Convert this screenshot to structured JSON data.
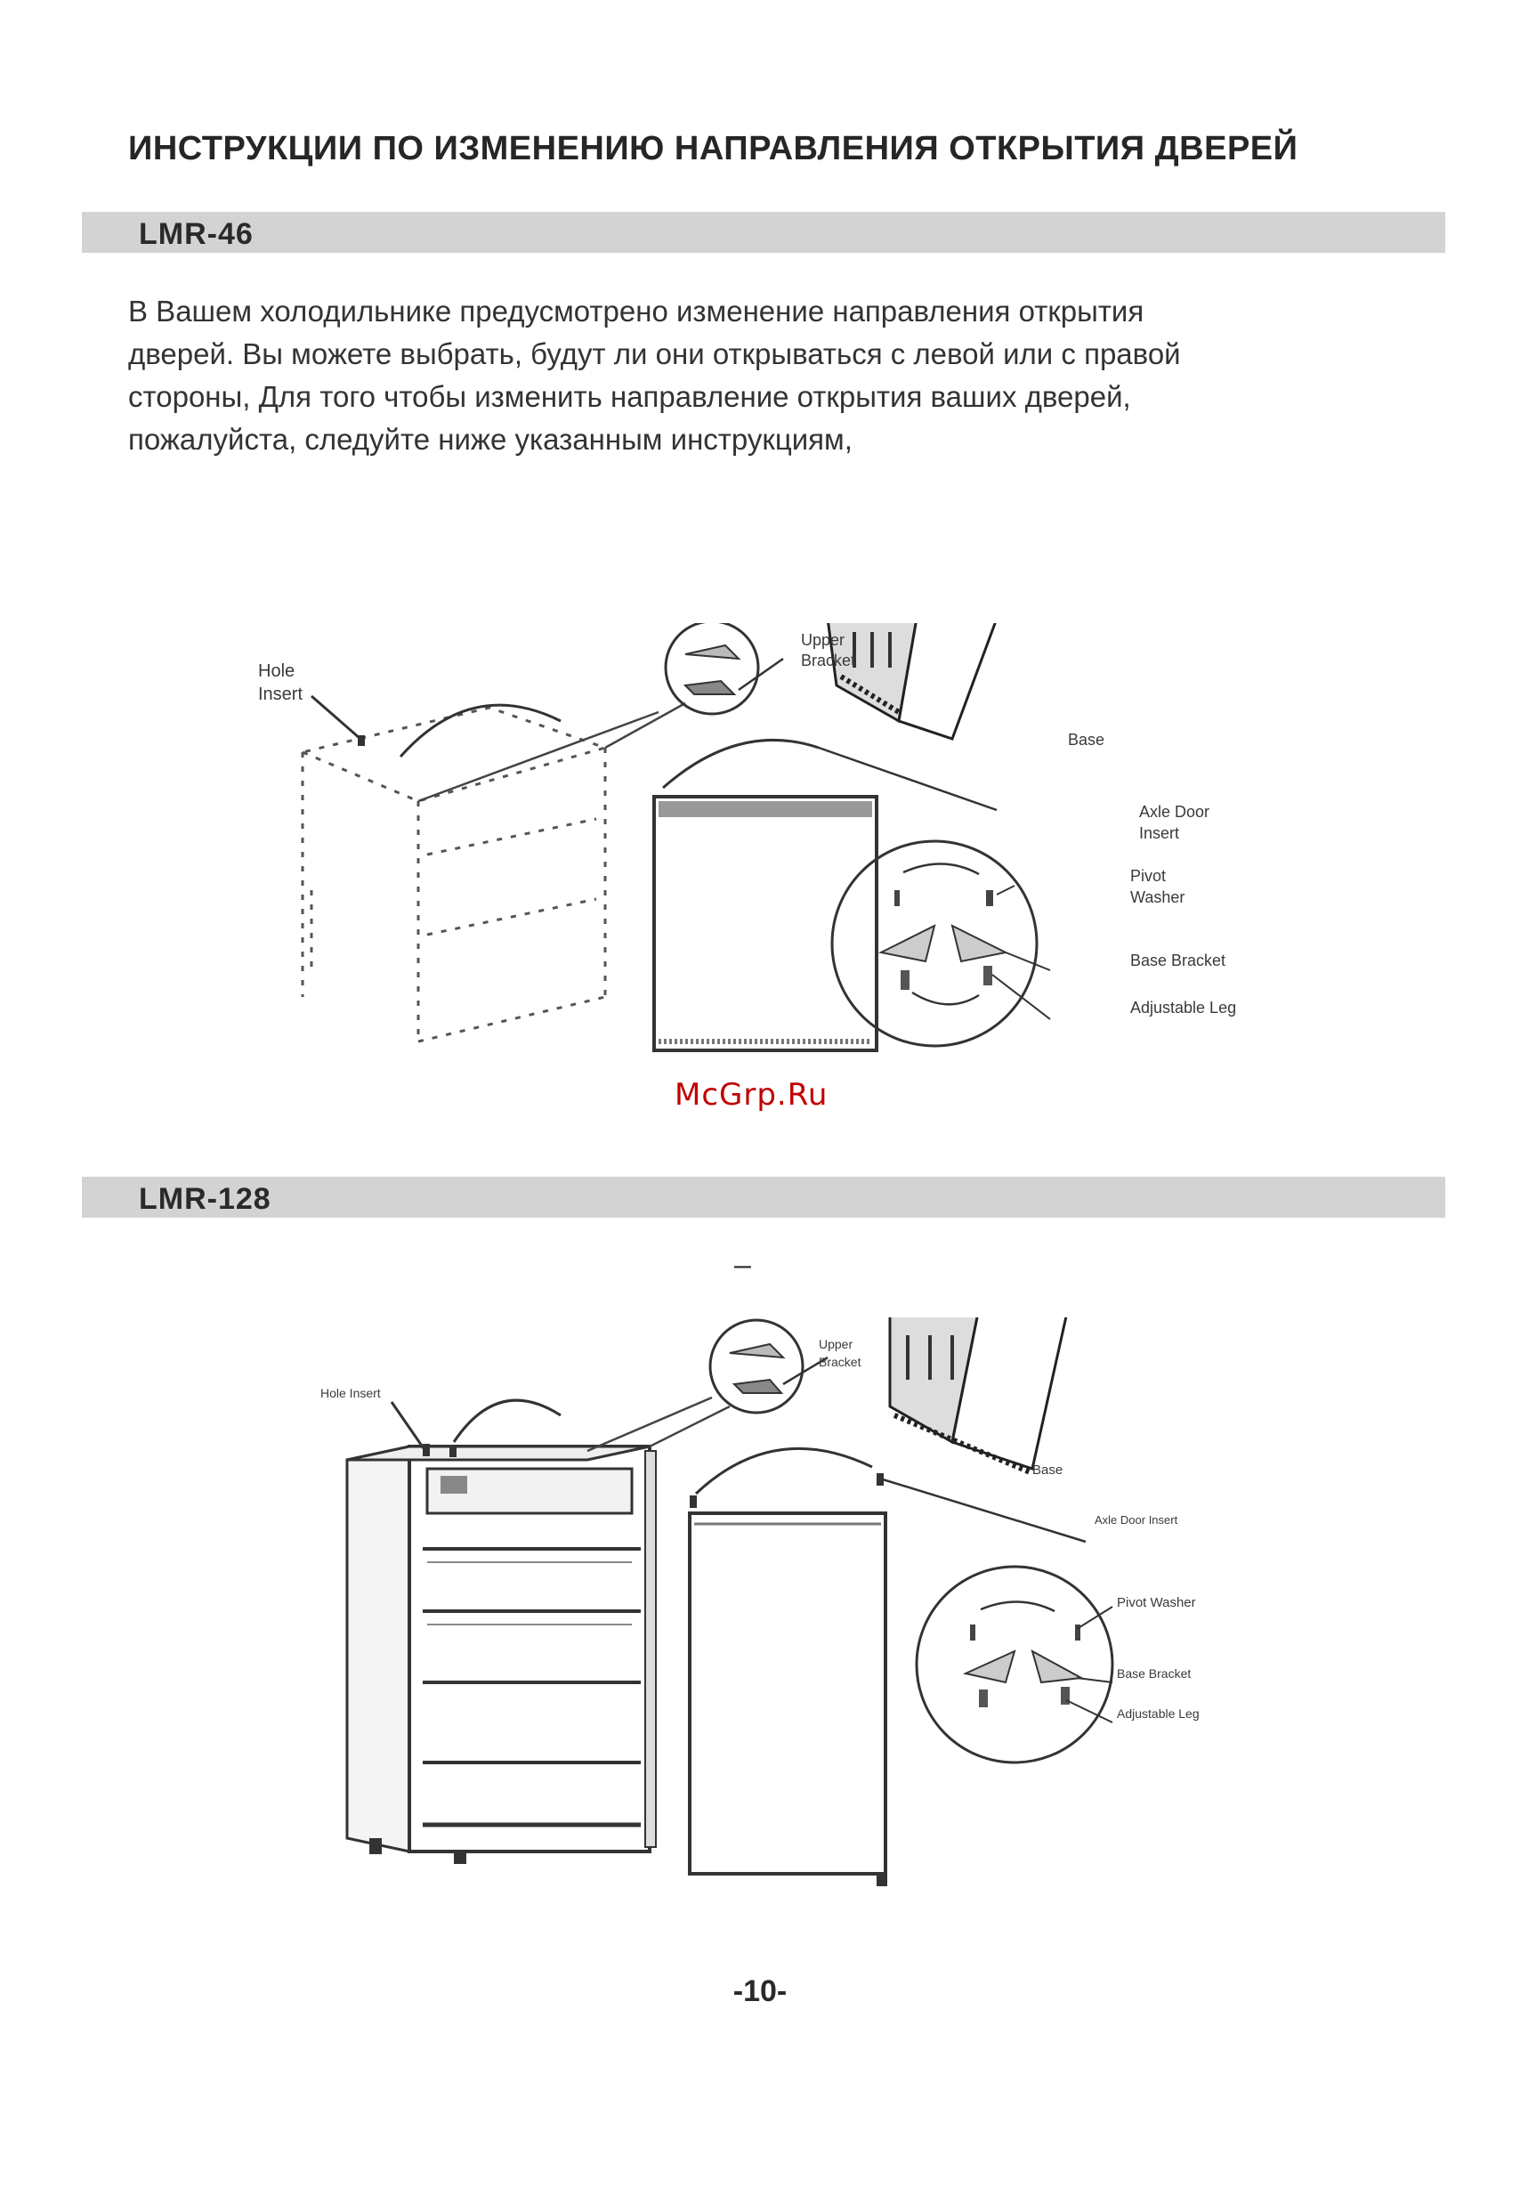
{
  "title": "ИНСТРУКЦИИ ПО ИЗМЕНЕНИЮ НАПРАВЛЕНИЯ ОТКРЫТИЯ ДВЕРЕЙ",
  "section1": {
    "model": "LMR-46",
    "intro": "В Вашем холодильнике предусмотрено изменение направления открытия\nдверей. Вы можете выбрать, будут ли они открываться с левой или с правой\nстороны, Для того чтобы изменить направление открытия ваших дверей,\nпожалуйста, следуйте ниже указанным инструкциям,",
    "labels": {
      "hole_insert_1": "Hole",
      "hole_insert_2": "Insert",
      "upper_bracket_1": "Upper",
      "upper_bracket_2": "Bracket",
      "base": "Base",
      "axle_door_insert_1": "Axle Door",
      "axle_door_insert_2": "Insert",
      "pivot_washer_1": "Pivot",
      "pivot_washer_2": "Washer",
      "base_bracket": "Base Bracket",
      "adjustable_leg": "Adjustable Leg"
    }
  },
  "watermark": "McGrp.Ru",
  "section2": {
    "model": "LMR-128",
    "dash": "–",
    "labels": {
      "hole_insert": "Hole Insert",
      "upper_bracket_1": "Upper",
      "upper_bracket_2": "Bracket",
      "base": "Base",
      "axle_door_insert": "Axle Door Insert",
      "pivot_washer": "Pivot Washer",
      "base_bracket": "Base Bracket",
      "adjustable_leg": "Adjustable Leg"
    }
  },
  "page_number": "-10-",
  "colors": {
    "section_bar": "#d3d3d3",
    "watermark": "#c00000",
    "text": "#2a2a2a"
  }
}
